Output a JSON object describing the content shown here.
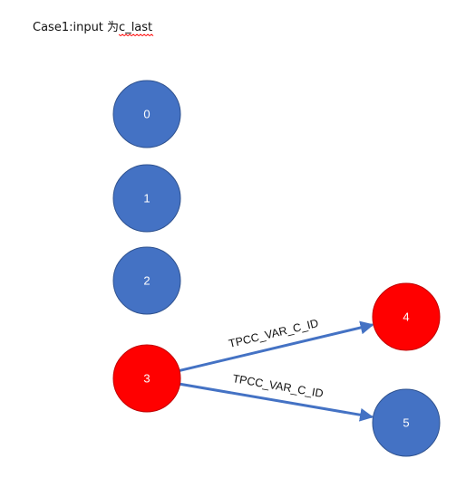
{
  "title": {
    "prefix": "Case1:input 为",
    "underlined": "c_last"
  },
  "colors": {
    "node_default": "#4472c4",
    "node_highlight": "#ff0000",
    "node_stroke": "#2f528f",
    "edge": "#4472c4",
    "spellcheck": "#ff0000"
  },
  "nodes": [
    {
      "id": "0",
      "label": "0",
      "highlight": false
    },
    {
      "id": "1",
      "label": "1",
      "highlight": false
    },
    {
      "id": "2",
      "label": "2",
      "highlight": false
    },
    {
      "id": "3",
      "label": "3",
      "highlight": true
    },
    {
      "id": "4",
      "label": "4",
      "highlight": true
    },
    {
      "id": "5",
      "label": "5",
      "highlight": false
    }
  ],
  "edges": [
    {
      "from": "3",
      "to": "4",
      "label": "TPCC_VAR_C_ID"
    },
    {
      "from": "3",
      "to": "5",
      "label": "TPCC_VAR_C_ID"
    }
  ]
}
